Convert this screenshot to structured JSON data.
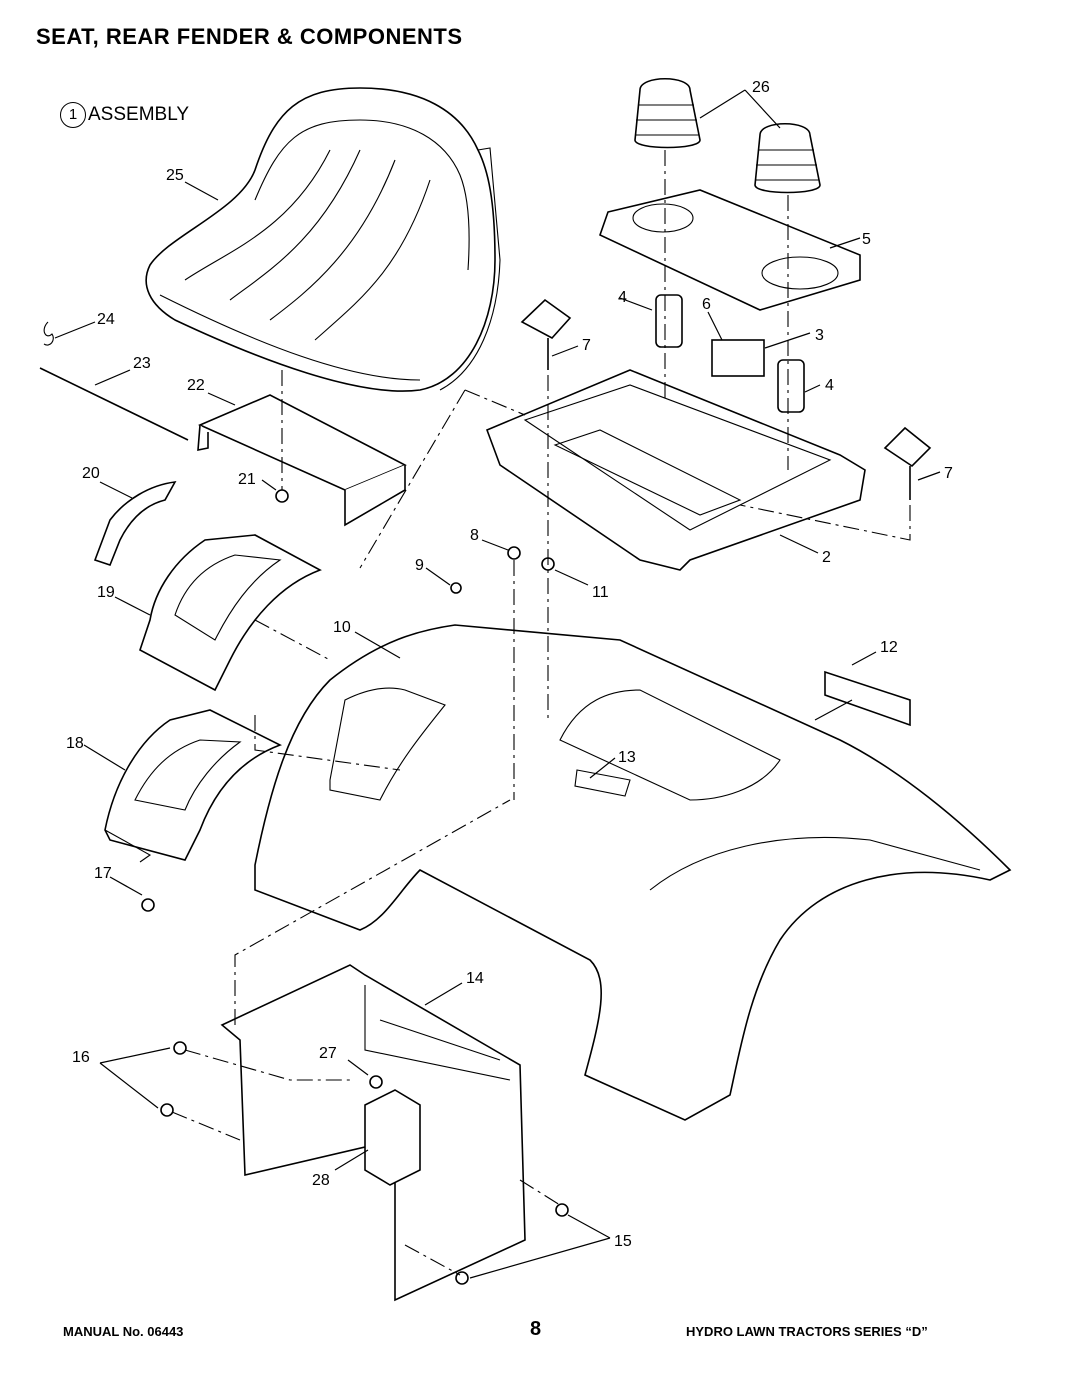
{
  "title": "SEAT, REAR FENDER & COMPONENTS",
  "assembly": {
    "number": "1",
    "label": "ASSEMBLY"
  },
  "callouts": {
    "c2": "2",
    "c3": "3",
    "c4a": "4",
    "c4b": "4",
    "c5": "5",
    "c6": "6",
    "c7a": "7",
    "c7b": "7",
    "c8": "8",
    "c9": "9",
    "c10": "10",
    "c11": "11",
    "c12": "12",
    "c13": "13",
    "c14": "14",
    "c15": "15",
    "c16": "16",
    "c17": "17",
    "c18": "18",
    "c19": "19",
    "c20": "20",
    "c21": "21",
    "c22": "22",
    "c23": "23",
    "c24": "24",
    "c25": "25",
    "c26": "26",
    "c27": "27",
    "c28": "28"
  },
  "footer": {
    "manual": "MANUAL No. 06443",
    "page": "8",
    "series": "HYDRO LAWN TRACTORS SERIES “D”"
  }
}
